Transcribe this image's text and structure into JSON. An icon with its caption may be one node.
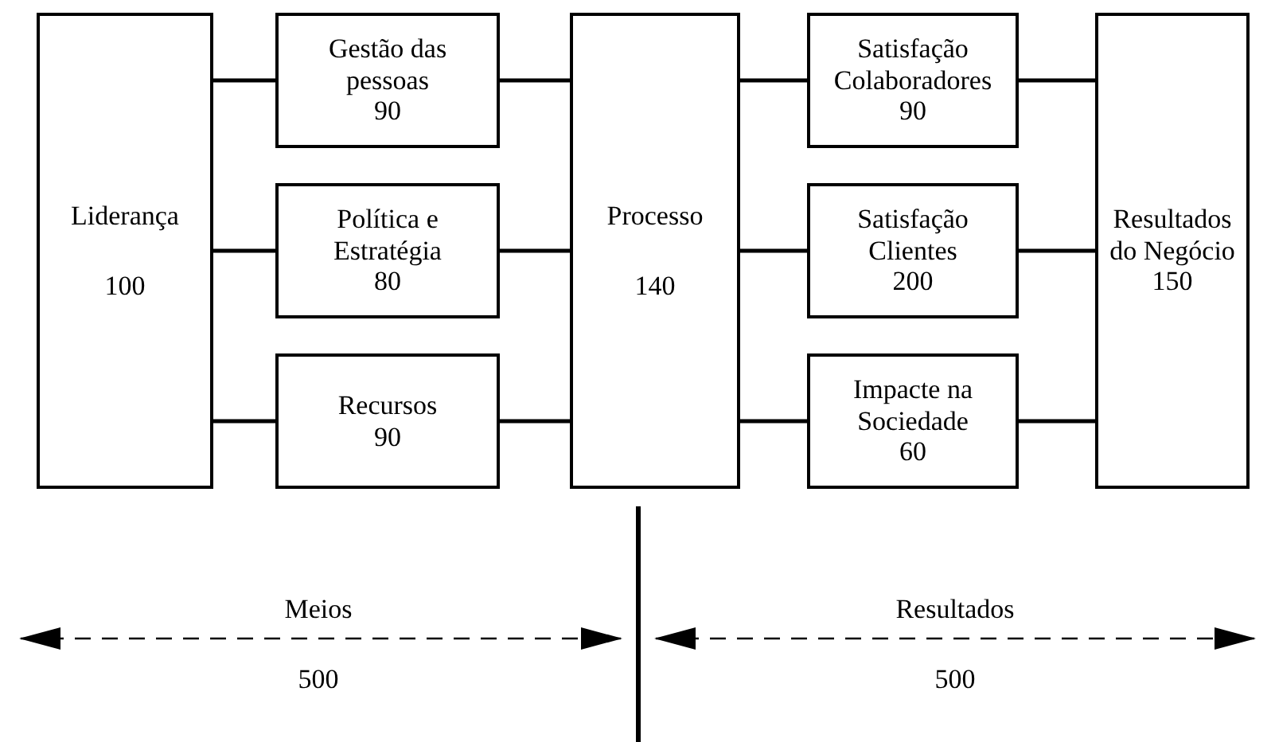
{
  "diagram": {
    "nodes": [
      {
        "text": [
          "Liderança",
          "100"
        ]
      },
      {
        "text": [
          "Gestão das pessoas",
          "90"
        ]
      },
      {
        "text": [
          "Política e Estratégia",
          "80"
        ]
      },
      {
        "text": [
          "Recursos",
          "90"
        ]
      },
      {
        "text": [
          "Processo",
          "140"
        ]
      },
      {
        "text": [
          "Satisfação Colaboradores",
          "90"
        ]
      },
      {
        "text": [
          "Satisfação Clientes",
          "200"
        ]
      },
      {
        "text": [
          "Impacte na Sociedade",
          "60"
        ]
      },
      {
        "text": [
          "Resultados do Negócio",
          "150"
        ]
      }
    ],
    "edges": [
      {
        "from": 0,
        "to": 1,
        "arrow": "none"
      },
      {
        "from": 0,
        "to": 2,
        "arrow": "none"
      },
      {
        "from": 0,
        "to": 3,
        "arrow": "none"
      },
      {
        "from": 1,
        "to": 4,
        "arrow": "none"
      },
      {
        "from": 2,
        "to": 4,
        "arrow": "none"
      },
      {
        "from": 3,
        "to": 4,
        "arrow": "none"
      },
      {
        "from": 4,
        "to": 5,
        "arrow": "none"
      },
      {
        "from": 4,
        "to": 6,
        "arrow": "none"
      },
      {
        "from": 4,
        "to": 7,
        "arrow": "none"
      },
      {
        "from": 5,
        "to": 8,
        "arrow": "none"
      },
      {
        "from": 6,
        "to": 8,
        "arrow": "none"
      },
      {
        "from": 7,
        "to": 8,
        "arrow": "none"
      }
    ],
    "labels": [
      "Meios",
      "Resultados",
      "500",
      "500"
    ]
  }
}
